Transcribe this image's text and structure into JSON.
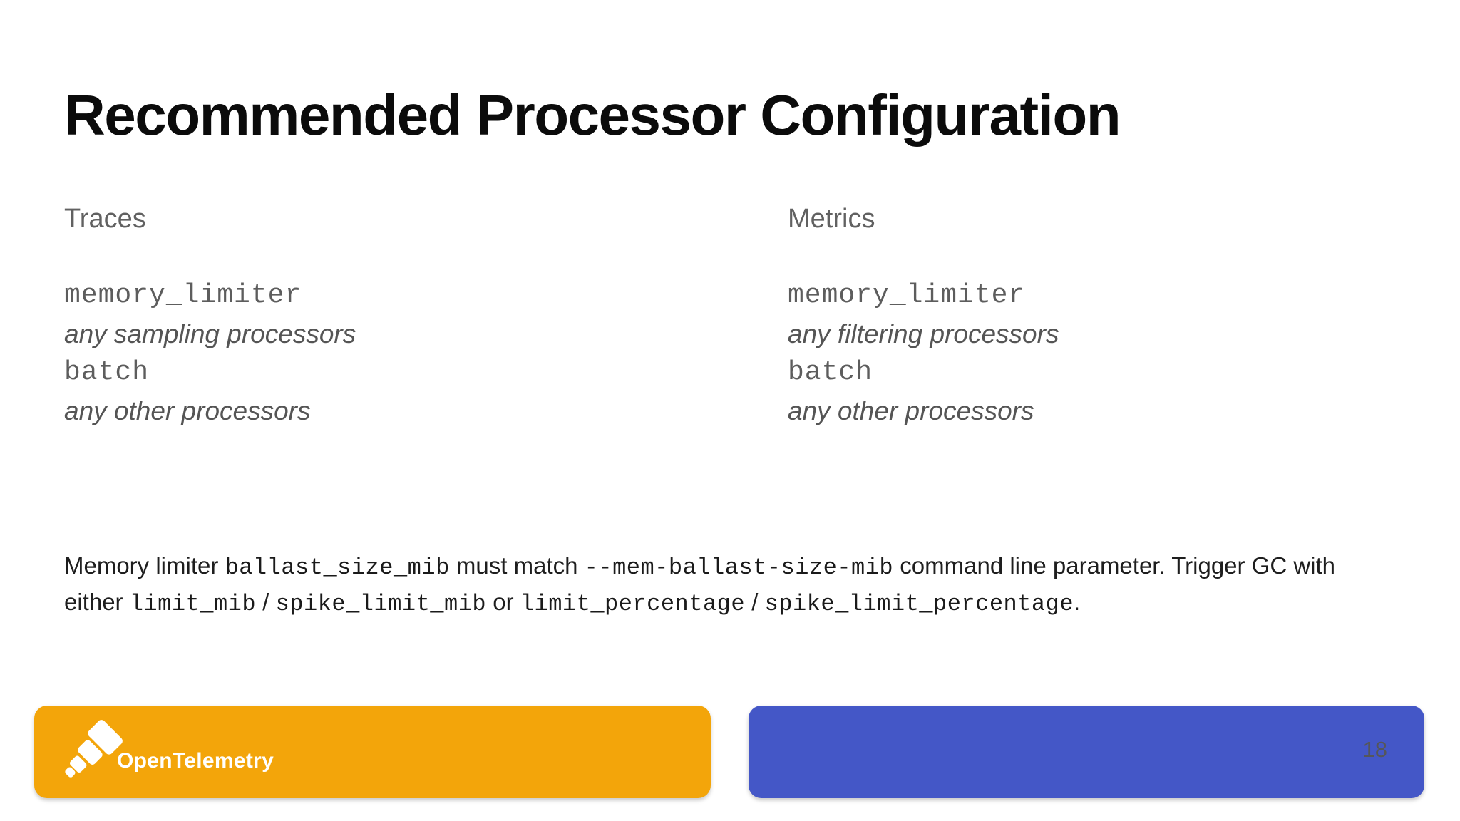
{
  "slide": {
    "title": "Recommended Processor Configuration",
    "columns": [
      {
        "heading": "Traces",
        "rows": [
          {
            "style": "code",
            "text": "memory_limiter"
          },
          {
            "style": "italic",
            "text": "any sampling processors"
          },
          {
            "style": "code",
            "text": "batch"
          },
          {
            "style": "italic",
            "text": "any other processors"
          }
        ]
      },
      {
        "heading": "Metrics",
        "rows": [
          {
            "style": "code",
            "text": "memory_limiter"
          },
          {
            "style": "italic",
            "text": "any filtering processors"
          },
          {
            "style": "code",
            "text": "batch"
          },
          {
            "style": "italic",
            "text": "any other processors"
          }
        ]
      }
    ],
    "paragraph": [
      {
        "style": "text",
        "text": "Memory limiter "
      },
      {
        "style": "code",
        "text": "ballast_size_mib"
      },
      {
        "style": "text",
        "text": " must match "
      },
      {
        "style": "code",
        "text": "--mem-ballast-size-mib"
      },
      {
        "style": "text",
        "text": " command line parameter. Trigger GC with either "
      },
      {
        "style": "code",
        "text": "limit_mib"
      },
      {
        "style": "text",
        "text": " / "
      },
      {
        "style": "code",
        "text": "spike_limit_mib"
      },
      {
        "style": "text",
        "text": " or "
      },
      {
        "style": "code",
        "text": "limit_percentage"
      },
      {
        "style": "text",
        "text": " / "
      },
      {
        "style": "code",
        "text": "spike_limit_percentage"
      },
      {
        "style": "text",
        "text": "."
      }
    ],
    "footer": {
      "brand": "OpenTelemetry",
      "brand_color": "#F3A50A",
      "accent_color": "#4457C7",
      "logo_icon": "telescope-icon",
      "page_number": "18"
    }
  }
}
